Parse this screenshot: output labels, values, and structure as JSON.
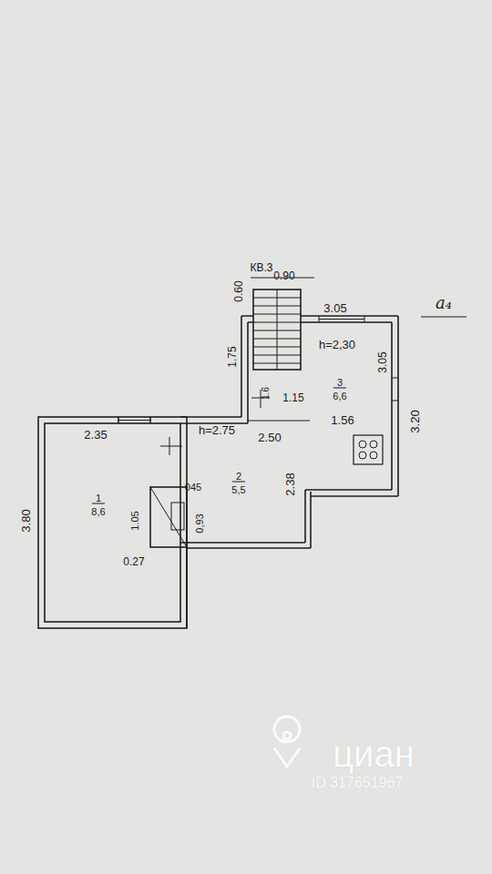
{
  "diagram": {
    "nodes": [
      {
        "text": [
          "1",
          "8,6"
        ]
      },
      {
        "text": [
          "2",
          "5,5"
        ]
      },
      {
        "text": [
          "3",
          "6,6"
        ]
      }
    ],
    "labels": [
      "КВ.3",
      "0.60",
      "0.90",
      "3.05",
      "а₄",
      "h=2,30",
      "3.05",
      "3.20",
      "1.75",
      "1.6",
      "1.15",
      "1.56",
      "2.35",
      "h=2.75",
      "2.50",
      "2.38",
      "3.80",
      "1.05",
      "045",
      "0,93",
      "0.27",
      "циан",
      "ID 317651967"
    ]
  }
}
